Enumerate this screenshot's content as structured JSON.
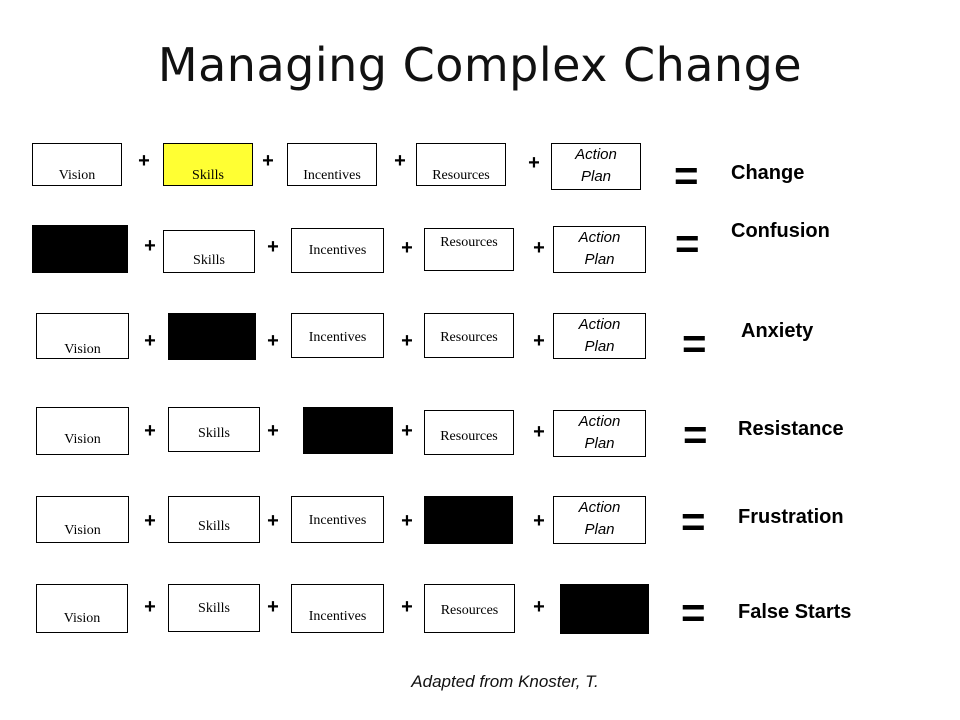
{
  "title": "Managing Complex Change",
  "credit": "Adapted from Knoster, T.",
  "plus_sign": "+",
  "equals_sign": "=",
  "colors": {
    "highlight": "#ffff33",
    "blank": "#000000",
    "text": "#000000"
  },
  "labels": {
    "vision": "Vision",
    "skills": "Skills",
    "incentives": "Incentives",
    "resources": "Resources",
    "action_plan_line1": "Action",
    "action_plan_line2": "Plan"
  },
  "rows": [
    {
      "result": "Change",
      "missing": null,
      "highlighted": "skills"
    },
    {
      "result": "Confusion",
      "missing": "vision",
      "highlighted": null
    },
    {
      "result": "Anxiety",
      "missing": "skills",
      "highlighted": null
    },
    {
      "result": "Resistance",
      "missing": "incentives",
      "highlighted": null
    },
    {
      "result": "Frustration",
      "missing": "resources",
      "highlighted": null
    },
    {
      "result": "False Starts",
      "missing": "action_plan",
      "highlighted": null
    }
  ]
}
